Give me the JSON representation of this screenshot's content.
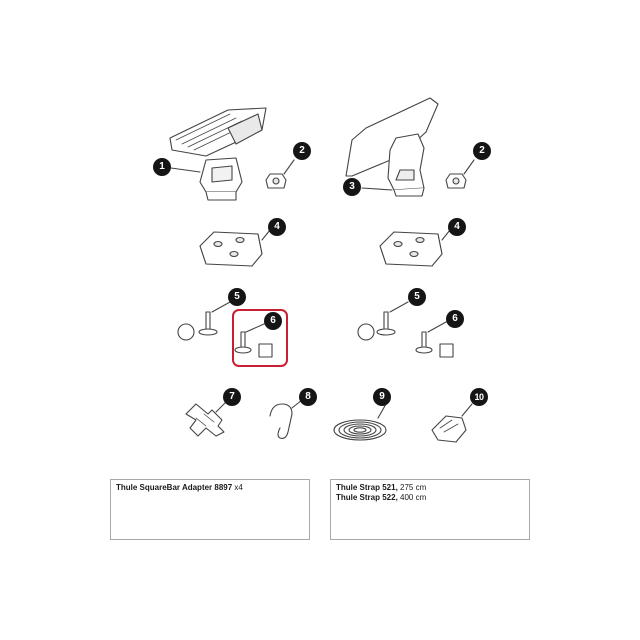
{
  "callouts": {
    "n1": "1",
    "n2": "2",
    "n3": "3",
    "n4": "4",
    "n5": "5",
    "n6": "6",
    "n7": "7",
    "n8": "8",
    "n9": "9",
    "n10": "10"
  },
  "boxes": {
    "adapter": {
      "name": "Thule SquareBar Adapter 8897",
      "qty": " x4"
    },
    "strap": {
      "line1_name": "Thule Strap 521,",
      "line1_len": " 275 cm",
      "line2_name": "Thule Strap 522,",
      "line2_len": " 400 cm"
    }
  },
  "colors": {
    "badge": "#151515",
    "highlight": "#c81f32",
    "line": "#444444",
    "box_border": "#a8a8a8"
  }
}
